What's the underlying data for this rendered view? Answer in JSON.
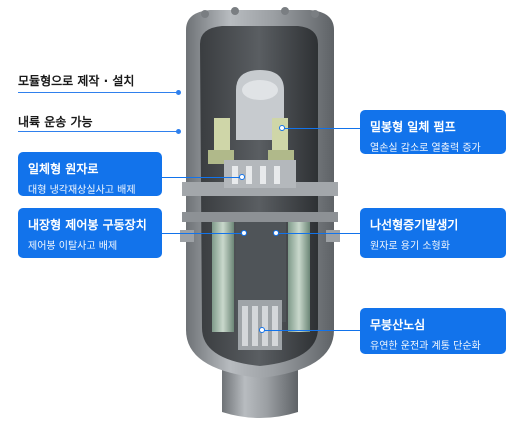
{
  "features": {
    "modular": {
      "label": "모듈형으로 제작 · 설치"
    },
    "inland": {
      "label": "내륙 운송 가능"
    }
  },
  "callouts": {
    "integral_reactor": {
      "title": "일체형 원자로",
      "subtitle": "대형 냉각재상실사고 배제"
    },
    "internal_crdm": {
      "title": "내장형 제어봉 구동장치",
      "subtitle": "제어봉 이탈사고 배제"
    },
    "canned_pump": {
      "title": "밀봉형 일체 펌프",
      "subtitle": "열손실 감소로 열출력 증가"
    },
    "helical_sg": {
      "title": "나선형증기발생기",
      "subtitle": "원자로 용기 소형화"
    },
    "boron_free_core": {
      "title": "무붕산노심",
      "subtitle": "유연한 운전과 계통 단순화"
    }
  },
  "colors": {
    "accent": "#1273eb",
    "line": "#2f80ed",
    "vessel": "#8a8d91"
  }
}
